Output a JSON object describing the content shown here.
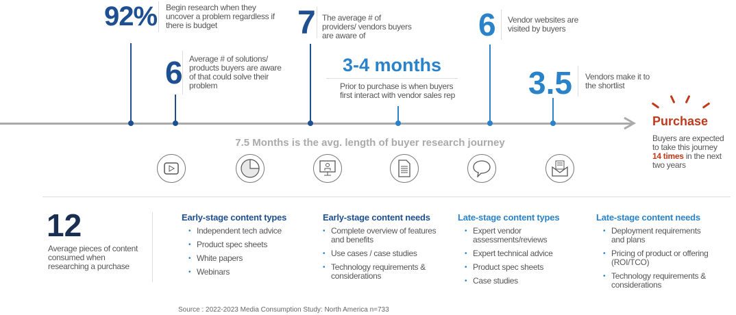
{
  "stats": [
    {
      "value": "92%",
      "text": "Begin research when they uncover a problem regardless if there is budget"
    },
    {
      "value": "6",
      "text": "Average # of solutions/ products buyers are aware of that could solve their problem"
    },
    {
      "value": "7",
      "text": "The average # of providers/ vendors buyers are aware of"
    },
    {
      "value": "3-4 months",
      "text": "Prior to purchase is when buyers first interact with vendor sales rep"
    },
    {
      "value": "6",
      "text": "Vendor websites are visited by buyers"
    },
    {
      "value": "3.5",
      "text": "Vendors make it to the shortlist"
    }
  ],
  "purchase": {
    "title": "Purchase",
    "text_before": "Buyers are expected to take this journey",
    "highlight": "14 times",
    "text_after": "in the next two years"
  },
  "tagline": "7.5 Months is the avg. length of buyer research journey",
  "icons": [
    "video-icon",
    "pie-chart-icon",
    "webinar-icon",
    "document-icon",
    "speech-bubble-icon",
    "email-icon"
  ],
  "content": {
    "value": "12",
    "text": "Average pieces of content consumed when researching a purchase"
  },
  "columns": [
    {
      "title": "Early-stage content types",
      "items": [
        "Independent tech advice",
        "Product spec sheets",
        "White papers",
        "Webinars"
      ]
    },
    {
      "title": "Early-stage content needs",
      "items": [
        "Complete overview of features and benefits",
        "Use cases / case studies",
        "Technology requirements & considerations"
      ]
    },
    {
      "title": "Late-stage content types",
      "items": [
        "Expert vendor assessments/reviews",
        "Expert technical advice",
        "Product spec sheets",
        "Case studies"
      ]
    },
    {
      "title": "Late-stage content needs",
      "items": [
        "Deployment requirements and plans",
        "Pricing of product or offering (ROI/TCO)",
        "Technology requirements & considerations"
      ]
    }
  ],
  "source": "Source : 2022-2023 Media Consumption Study: North America n=733",
  "colors": {
    "dark_blue": "#1d4f91",
    "light_blue": "#2a82c8",
    "navy": "#1a2e52",
    "red": "#c0391b",
    "gray": "#aaaaaa"
  }
}
